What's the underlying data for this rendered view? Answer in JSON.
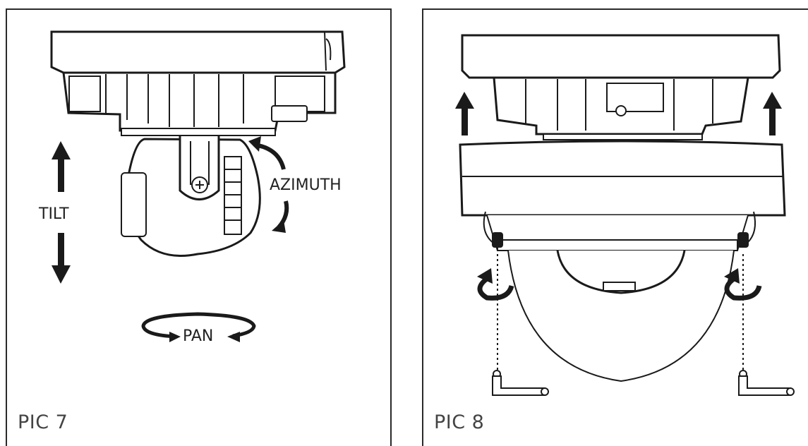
{
  "panels": [
    {
      "id": "pic7",
      "label": "PIC 7",
      "callouts": {
        "tilt": "TILT",
        "azimuth": "AZIMUTH",
        "pan": "PAN"
      }
    },
    {
      "id": "pic8",
      "label": "PIC 8"
    }
  ],
  "colors": {
    "ink": "#1a1a1a",
    "frame": "#2a2a2a",
    "label": "#444444",
    "background": "#ffffff"
  },
  "icons": [
    "up-arrow-icon",
    "down-arrow-icon",
    "curved-arrow-icon",
    "pan-rotation-icon",
    "rotate-arrow-icon",
    "hex-key-icon",
    "screw-icon"
  ]
}
